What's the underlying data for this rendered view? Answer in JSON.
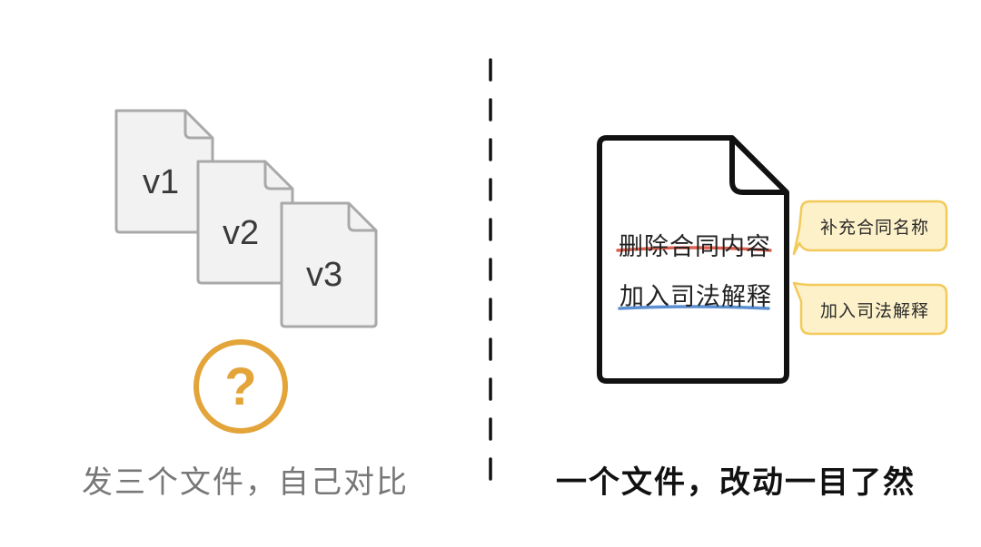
{
  "left": {
    "versions": [
      "v1",
      "v2",
      "v3"
    ],
    "question_mark": "?",
    "caption": "发三个文件，自己对比"
  },
  "right": {
    "deleted_text": "删除合同内容",
    "added_text": "加入司法解释",
    "comments": [
      "补充合同名称",
      "加入司法解释"
    ],
    "caption": "一个文件，改动一目了然"
  },
  "colors": {
    "gray_doc": "#a9a9a9",
    "question": "#e3a43a",
    "strike": "#e0604f",
    "underline": "#5b8fd1",
    "note_fill": "#fdf1c9",
    "note_border": "#f3c95a"
  }
}
